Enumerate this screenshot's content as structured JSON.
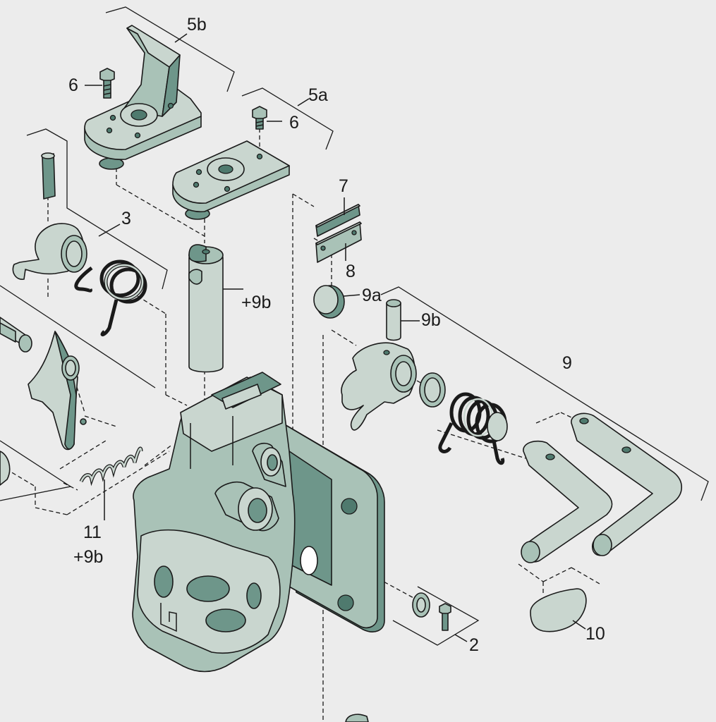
{
  "diagram": {
    "background_color": "#ececec",
    "part_colors": {
      "light": "#c9d6cf",
      "mid": "#a9c2b7",
      "dark": "#6e968a"
    },
    "callouts": {
      "c5b": "5b",
      "c6_left": "6",
      "c5a": "5a",
      "c6_right": "6",
      "c7": "7",
      "c8": "8",
      "c3": "3",
      "c9b_pin": "+9b",
      "c9a": "9a",
      "c9b": "9b",
      "c9": "9",
      "c11": "11",
      "c11_sub": "+9b",
      "c2": "2",
      "c10": "10"
    }
  }
}
